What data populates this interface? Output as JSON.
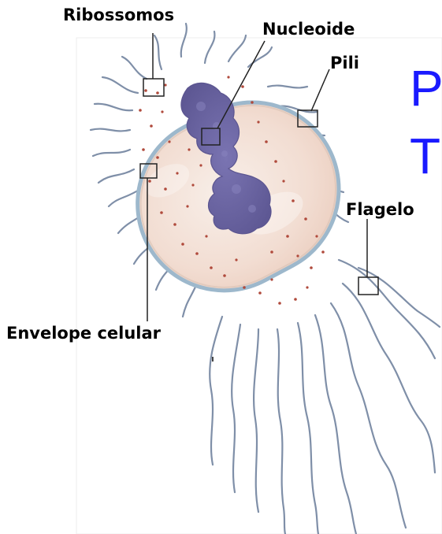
{
  "diagram": {
    "labels": {
      "ribossomos": "Ribossomos",
      "nucleoide": "Nucleoide",
      "pili": "Pili",
      "flagelo": "Flagelo",
      "envelope": "Envelope celular"
    },
    "slide_title_fragment": {
      "line1": "P",
      "line2": "T"
    },
    "colors": {
      "cell_fill": "#f5e4da",
      "cell_outline": "#9db8cc",
      "nucleoid": "#6f6aa6",
      "ribosome_dots": "#b04a3c",
      "appendages": "#7f8fa8",
      "title_accent": "#1a1aff"
    }
  }
}
